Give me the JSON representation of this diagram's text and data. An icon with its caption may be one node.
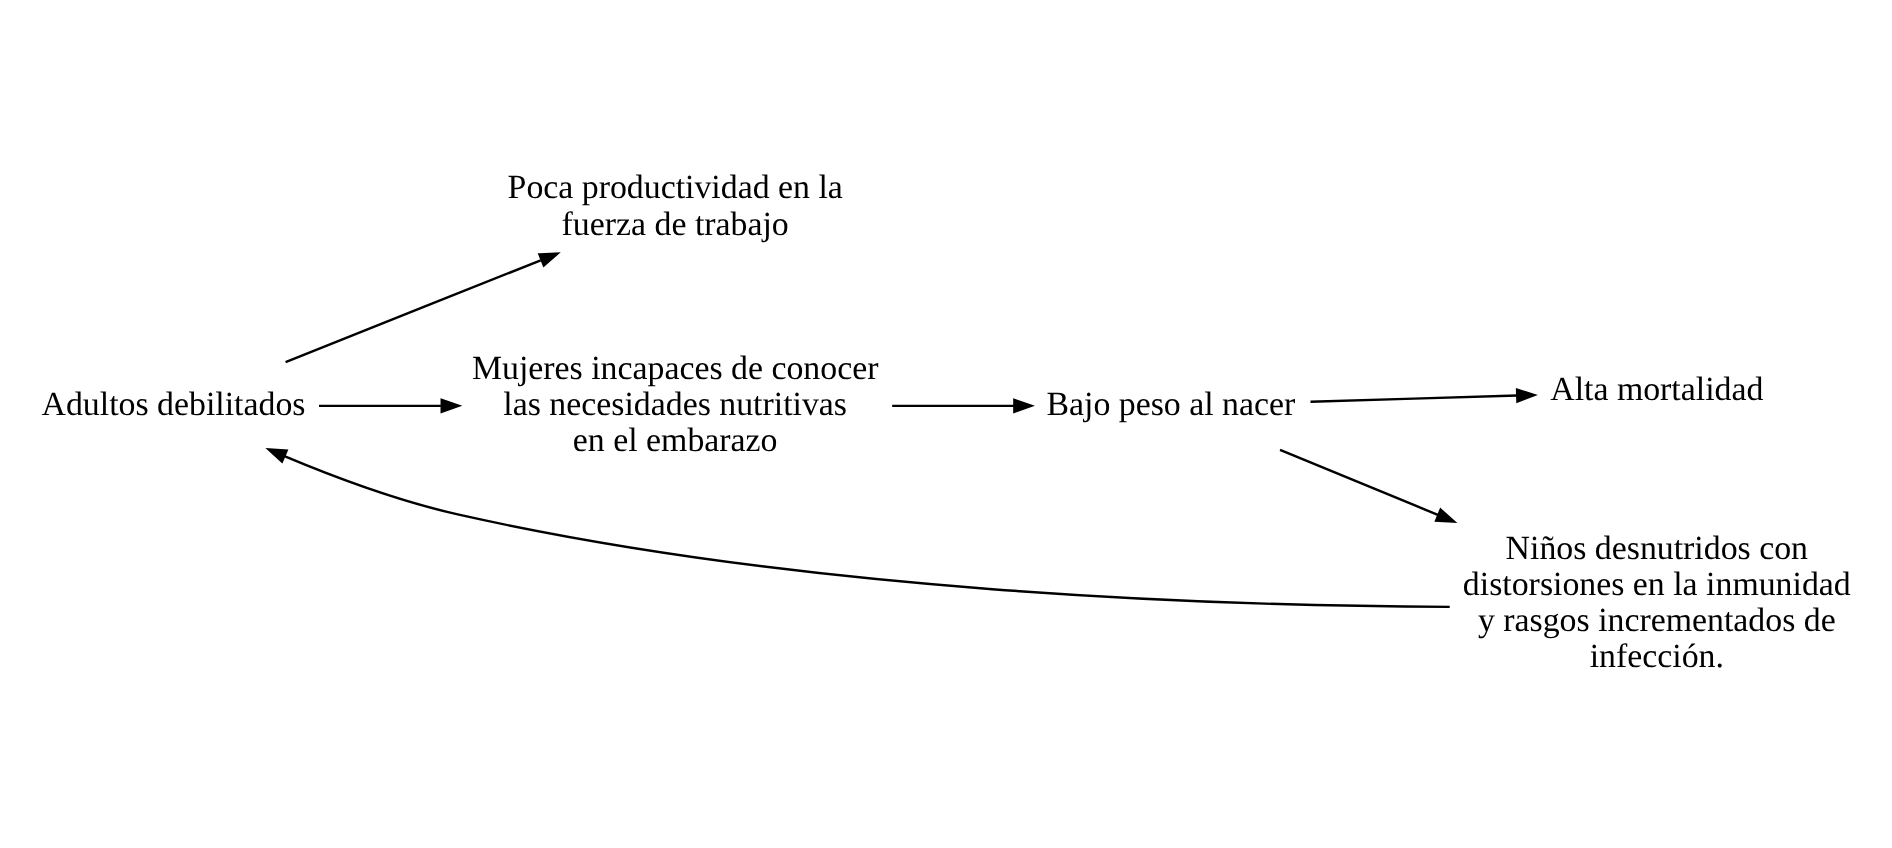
{
  "diagram": {
    "nodes": [
      {
        "text": [
          "Adultos debilitados"
        ]
      },
      {
        "text": [
          "Poca productividad en la fuerza de trabajo"
        ]
      },
      {
        "text": [
          "Mujeres incapaces de conocer las necesidades nutritivas en el embarazo"
        ]
      },
      {
        "text": [
          "Bajo peso al nacer"
        ]
      },
      {
        "text": [
          "Alta mortalidad"
        ]
      },
      {
        "text": [
          "Niños desnutridos con distorsiones en la inmunidad y rasgos incrementados de infección."
        ]
      }
    ],
    "edges": [
      {
        "from": 0,
        "to": 2,
        "arrow": "to"
      },
      {
        "from": 0,
        "to": 1,
        "arrow": "to"
      },
      {
        "from": 2,
        "to": 3,
        "arrow": "to"
      },
      {
        "from": 3,
        "to": 5,
        "arrow": "to"
      },
      {
        "from": 3,
        "to": 4,
        "arrow": "to"
      },
      {
        "from": 5,
        "to": 0,
        "arrow": "to"
      }
    ]
  }
}
